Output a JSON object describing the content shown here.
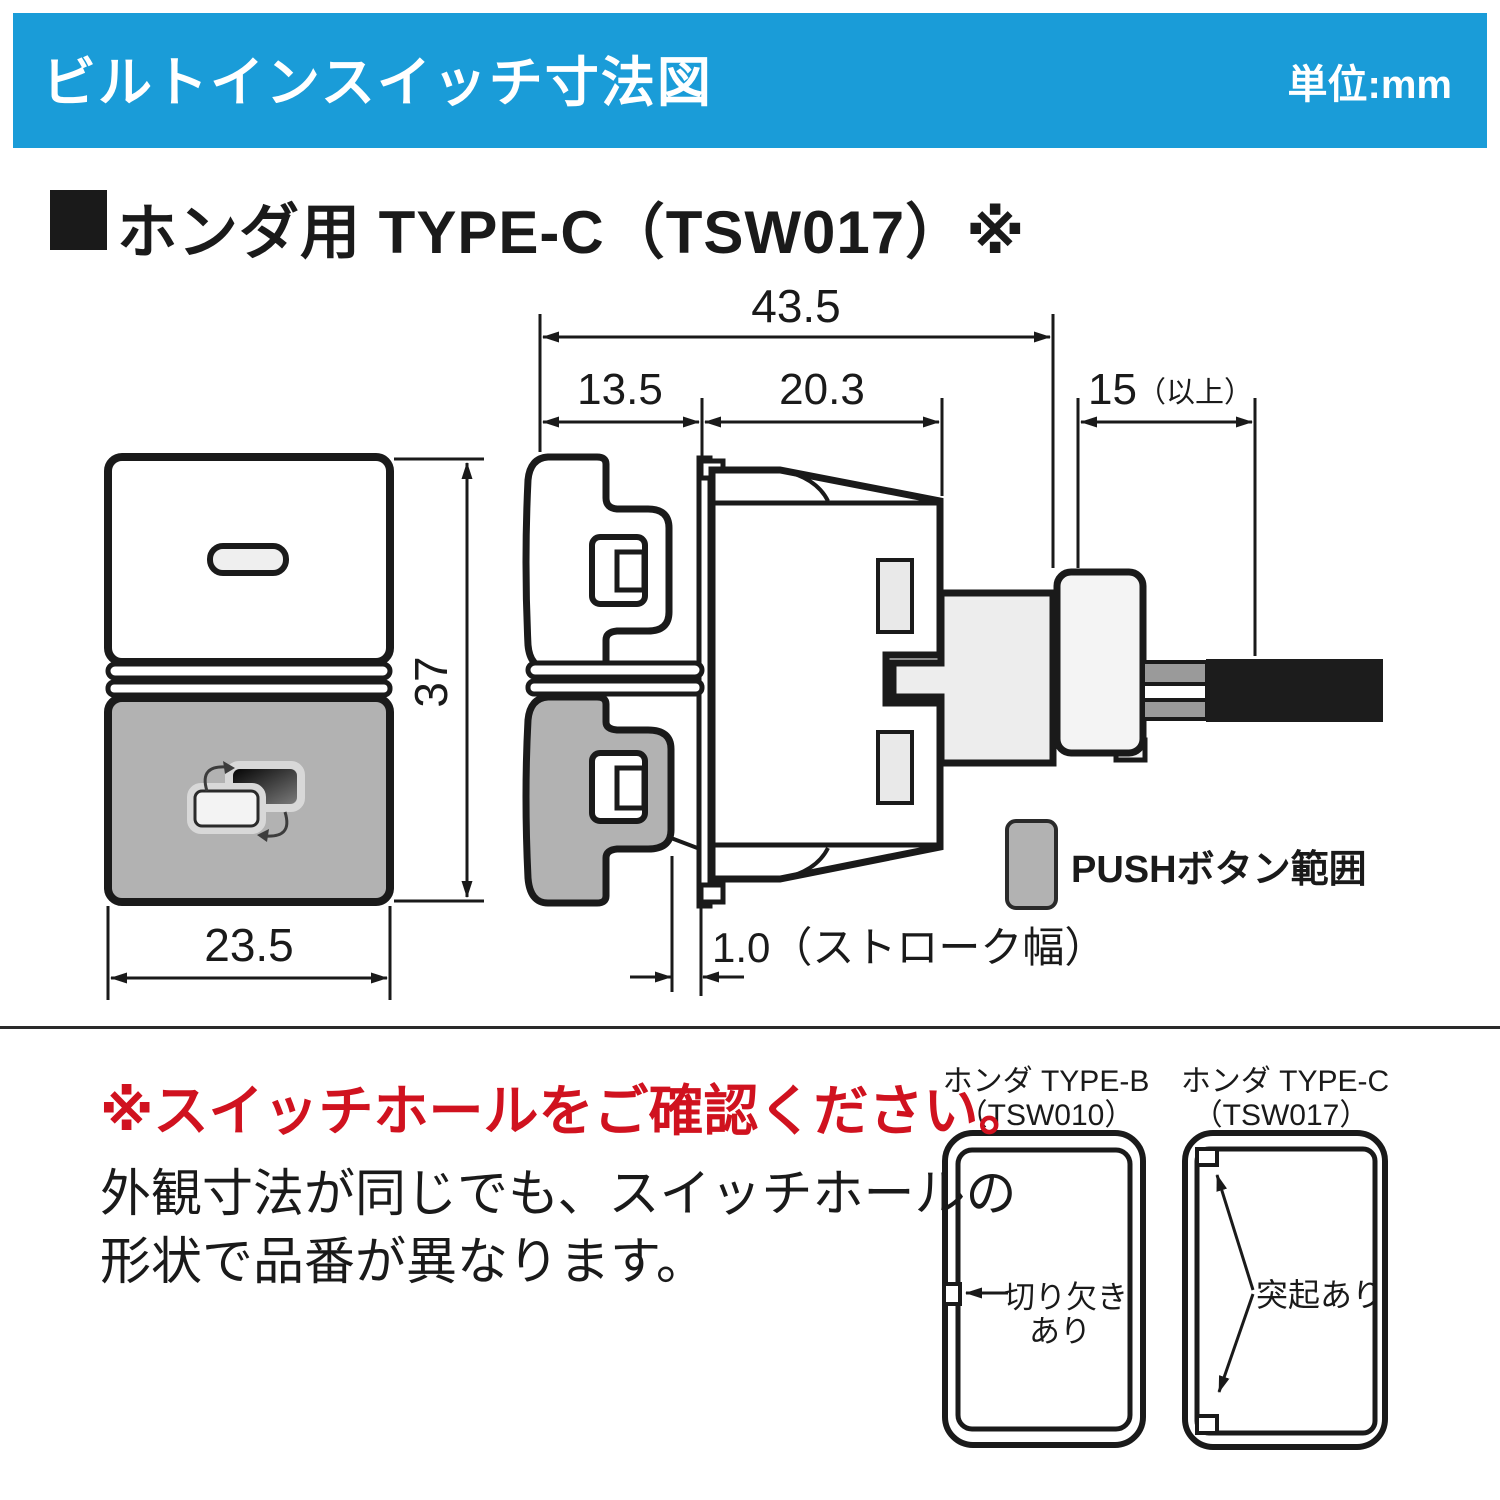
{
  "header": {
    "title": "ビルトインスイッチ寸法図",
    "unit": "単位:mm"
  },
  "section": {
    "title": "ホンダ用 TYPE-C（TSW017）※"
  },
  "dims": {
    "total": "43.5",
    "front": "13.5",
    "body": "20.3",
    "clearance": "15",
    "clearance_note": "（以上）",
    "stroke": "1.0（ストローク幅）",
    "height": "37",
    "width": "23.5"
  },
  "legend": {
    "push": "PUSHボタン範囲"
  },
  "notes": {
    "warning": "※スイッチホールをご確認ください。",
    "line1": "外観寸法が同じでも、スイッチホールの",
    "line2": "形状で品番が異なります。"
  },
  "hole_types": [
    {
      "name": "ホンダ TYPE-B",
      "code": "（TSW010）",
      "note_line1": "切り欠き",
      "note_line2": "あり"
    },
    {
      "name": "ホンダ TYPE-C",
      "code": "（TSW017）",
      "note_line1": "突起あり",
      "note_line2": ""
    }
  ],
  "colors": {
    "accent": "#1a9cd8",
    "warning": "#d0121f",
    "button_gray": "#b2b2b2",
    "push_swatch": "#b2b2b2"
  }
}
